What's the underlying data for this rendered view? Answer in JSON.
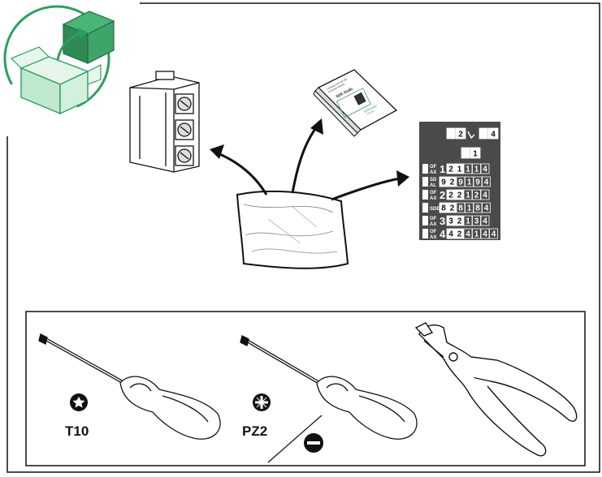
{
  "kit_box_icon": "package-unbox-icon",
  "booklet": {
    "line1": "Compact NS100-250",
    "line2": "Compact NS630...",
    "title": "SDE Gsdlz",
    "brand": "Schneider",
    "brand2": "Electric"
  },
  "label_sheet": {
    "top_left_num": "2",
    "top_right_num": "4",
    "mid_num": "1",
    "rows": [
      {
        "prefix": [
          "OF",
          "AX"
        ],
        "big": "1",
        "cells": [
          "2",
          "1",
          "1",
          "1",
          "4"
        ]
      },
      {
        "prefix": [
          "SD",
          "AL"
        ],
        "big": "",
        "cells": [
          "9",
          "2",
          "9",
          "1",
          "9",
          "4"
        ]
      },
      {
        "prefix": [
          "OF",
          "AX"
        ],
        "big": "2",
        "cells": [
          "2",
          "2",
          "1",
          "2",
          "4"
        ]
      },
      {
        "prefix": [
          "SDE"
        ],
        "big": "",
        "cells": [
          "8",
          "2",
          "8",
          "1",
          "8",
          "4"
        ]
      },
      {
        "prefix": [
          "OF",
          "AX"
        ],
        "big": "3",
        "cells": [
          "3",
          "2",
          "1",
          "3",
          "4"
        ]
      },
      {
        "prefix": [
          "OF",
          "AX"
        ],
        "big": "4",
        "cells": [
          "4",
          "2",
          "4",
          "1",
          "4",
          "4"
        ]
      }
    ]
  },
  "tools": {
    "torx_label": "T10",
    "pozi_label": "PZ2",
    "torx_icon": "torx-bit-icon",
    "pozi_icon": "pozidriv-bit-icon",
    "flat_icon": "flat-blade-icon"
  },
  "colors": {
    "box_green": "#2e9e5e",
    "box_light": "#bfe8cf",
    "box_dark": "#2f8a56",
    "sheet_bg": "#4a4a4a",
    "ink": "#111111"
  }
}
